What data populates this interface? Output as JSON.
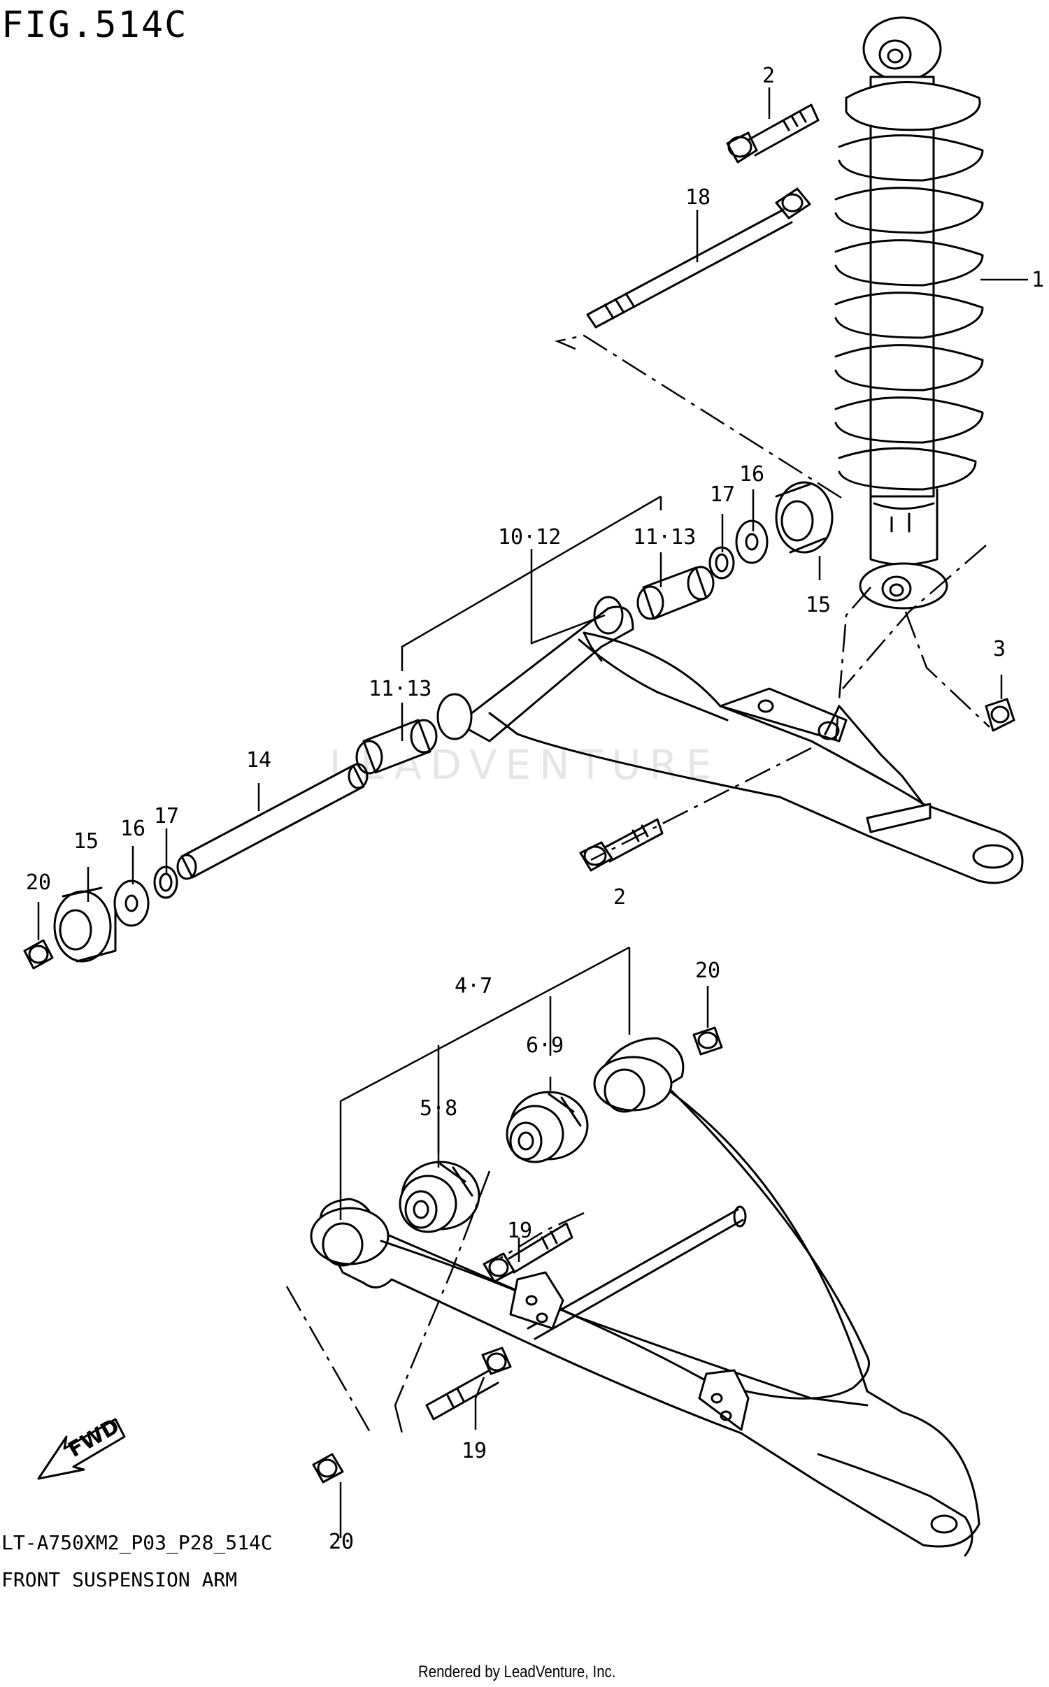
{
  "figure": {
    "title": "FIG.514C",
    "model_code": "LT-A750XM2_P03_P28_514C",
    "caption": "FRONT SUSPENSION ARM",
    "credit": "Rendered by LeadVenture, Inc.",
    "watermark": "LEADVENTURE",
    "fwd_label": "FWD"
  },
  "callouts": {
    "c1": "1",
    "c2_top": "2",
    "c2_mid": "2",
    "c3": "3",
    "c18": "18",
    "c16_right": "16",
    "c17_right": "17",
    "c11_13_right": "11·13",
    "c15_right": "15",
    "c10_12": "10·12",
    "c11_13_left": "11·13",
    "c14": "14",
    "c15_left": "15",
    "c16_left": "16",
    "c17_left": "17",
    "c20_left": "20",
    "c4_7": "4·7",
    "c6_9": "6·9",
    "c5_8": "5·8",
    "c20_right": "20",
    "c19_upper": "19",
    "c19_lower": "19",
    "c20_bottom": "20"
  }
}
